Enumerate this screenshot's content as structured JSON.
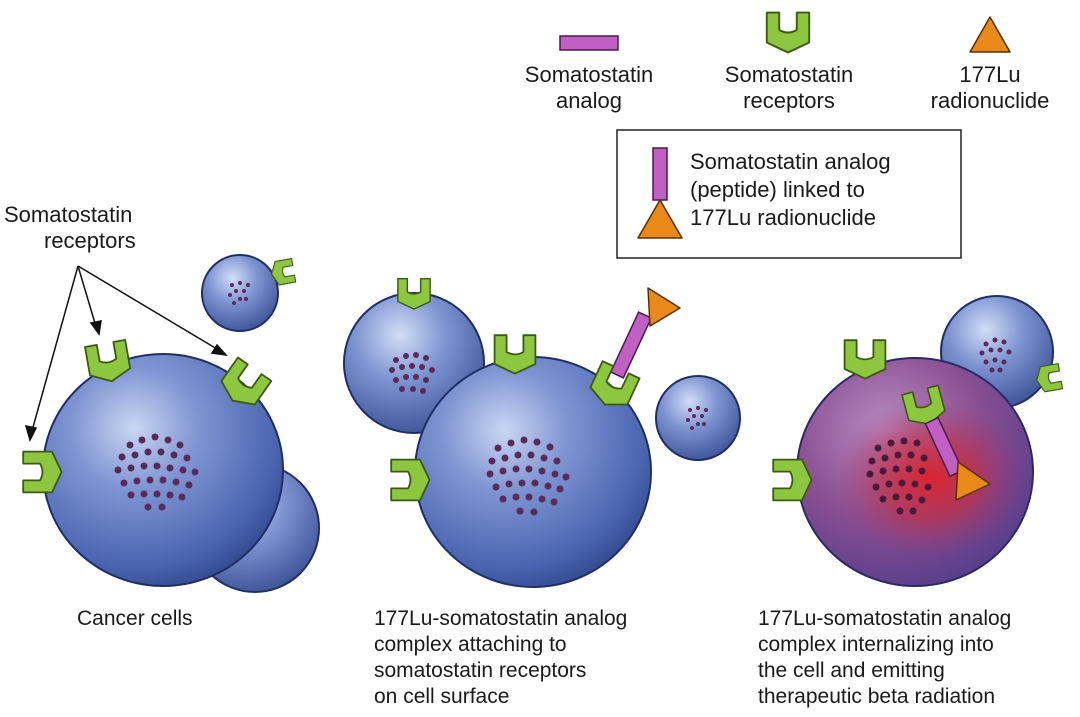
{
  "legend": {
    "items": [
      {
        "label_lines": [
          "Somatostatin",
          "analog"
        ],
        "icon": "purple-bar-icon",
        "color": "#c05fc4"
      },
      {
        "label_lines": [
          "Somatostatin",
          "receptors"
        ],
        "icon": "receptor-icon",
        "color": "#8dc63f"
      },
      {
        "label_lines": [
          "177Lu",
          "radionuclide"
        ],
        "icon": "orange-triangle-icon",
        "color": "#e8891a"
      }
    ],
    "box_lines": [
      "Somatostatin analog",
      "(peptide) linked to",
      "177Lu radionuclide"
    ]
  },
  "annotation": {
    "label_lines": [
      "Somatostatin",
      "receptors"
    ]
  },
  "captions": [
    {
      "lines": [
        "Cancer cells"
      ]
    },
    {
      "lines": [
        "177Lu-somatostatin analog",
        "complex attaching to",
        "somatostatin receptors",
        "on cell surface"
      ]
    },
    {
      "lines": [
        "177Lu-somatostatin analog",
        "complex internalizing into",
        "the cell and emitting",
        "therapeutic beta radiation"
      ]
    }
  ],
  "colors": {
    "cell_blue": "#4a64b0",
    "receptor_green": "#8dc63f",
    "peptide_purple": "#c05fc4",
    "radionuclide_orange": "#e8891a",
    "nucleus_dots": "#5a2a5a",
    "radiation_red": "#d9232a"
  }
}
